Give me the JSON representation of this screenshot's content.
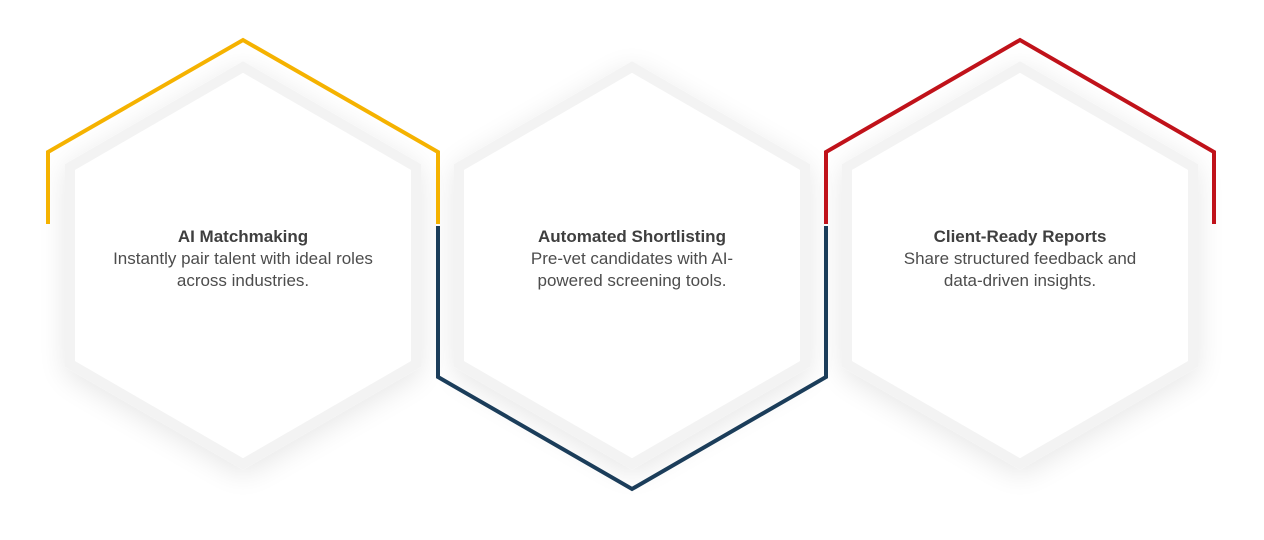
{
  "colors": {
    "yellow_accent": "#F5B200",
    "navy_accent": "#1B3D5A",
    "red_accent": "#C0121A",
    "hex_fill": "#FFFFFF",
    "hex_shadow": "#F2F2F2"
  },
  "cards": [
    {
      "title": "AI Matchmaking",
      "desc_line1": "Instantly pair talent with ideal roles",
      "desc_line2": "across industries."
    },
    {
      "title": "Automated Shortlisting",
      "desc_line1": "Pre-vet candidates with AI-",
      "desc_line2": "powered screening tools."
    },
    {
      "title": "Client-Ready Reports",
      "desc_line1": "Share structured feedback and",
      "desc_line2": "data-driven insights."
    }
  ]
}
